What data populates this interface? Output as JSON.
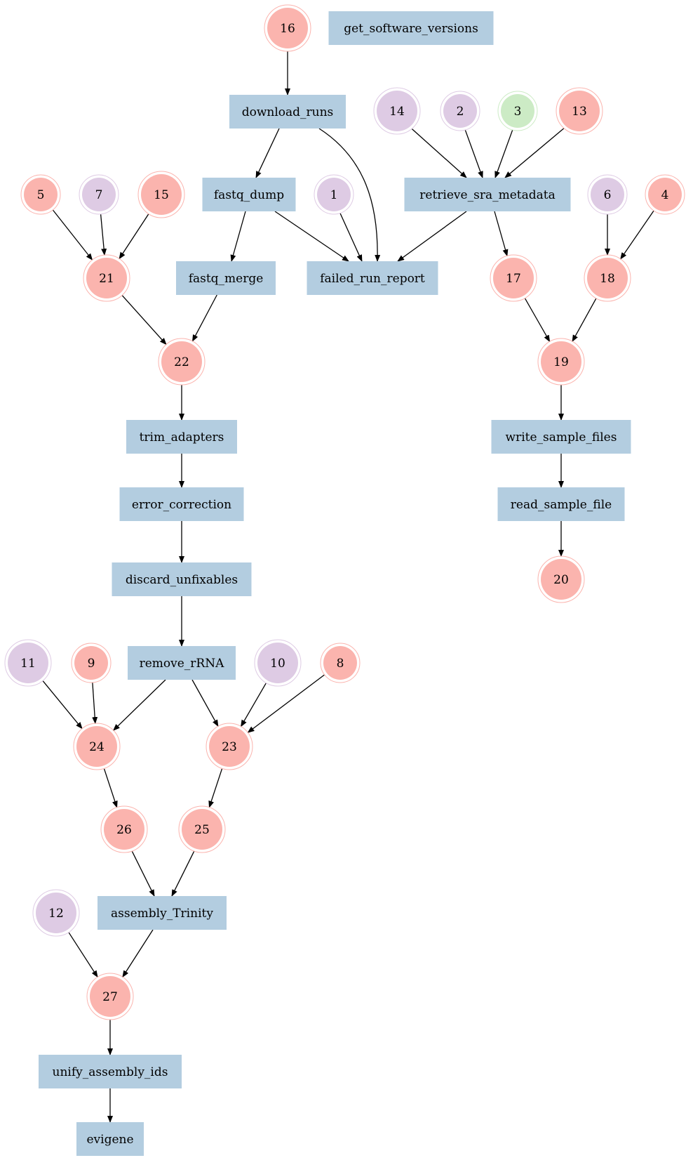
{
  "colors": {
    "process": "#b3cde0",
    "red": "#fbb4ae",
    "purple": "#decbe4",
    "green": "#ccebc5",
    "edge": "#000000"
  },
  "nodes": [
    {
      "id": "n16",
      "label": "16",
      "shape": "circle",
      "color": "red"
    },
    {
      "id": "gsv",
      "label": "get_software_versions",
      "shape": "box",
      "color": "process"
    },
    {
      "id": "dr",
      "label": "download_runs",
      "shape": "box",
      "color": "process"
    },
    {
      "id": "n14",
      "label": "14",
      "shape": "circle",
      "color": "purple"
    },
    {
      "id": "n2",
      "label": "2",
      "shape": "circle",
      "color": "purple"
    },
    {
      "id": "n3",
      "label": "3",
      "shape": "circle",
      "color": "green"
    },
    {
      "id": "n13",
      "label": "13",
      "shape": "circle",
      "color": "red"
    },
    {
      "id": "n5",
      "label": "5",
      "shape": "circle",
      "color": "red"
    },
    {
      "id": "n7",
      "label": "7",
      "shape": "circle",
      "color": "purple"
    },
    {
      "id": "n15",
      "label": "15",
      "shape": "circle",
      "color": "red"
    },
    {
      "id": "fd",
      "label": "fastq_dump",
      "shape": "box",
      "color": "process"
    },
    {
      "id": "n1",
      "label": "1",
      "shape": "circle",
      "color": "purple"
    },
    {
      "id": "rsm",
      "label": "retrieve_sra_metadata",
      "shape": "box",
      "color": "process"
    },
    {
      "id": "n6",
      "label": "6",
      "shape": "circle",
      "color": "purple"
    },
    {
      "id": "n4",
      "label": "4",
      "shape": "circle",
      "color": "red"
    },
    {
      "id": "n21",
      "label": "21",
      "shape": "circle",
      "color": "red"
    },
    {
      "id": "fm",
      "label": "fastq_merge",
      "shape": "box",
      "color": "process"
    },
    {
      "id": "frr",
      "label": "failed_run_report",
      "shape": "box",
      "color": "process"
    },
    {
      "id": "n17",
      "label": "17",
      "shape": "circle",
      "color": "red"
    },
    {
      "id": "n18",
      "label": "18",
      "shape": "circle",
      "color": "red"
    },
    {
      "id": "n22",
      "label": "22",
      "shape": "circle",
      "color": "red"
    },
    {
      "id": "n19",
      "label": "19",
      "shape": "circle",
      "color": "red"
    },
    {
      "id": "ta",
      "label": "trim_adapters",
      "shape": "box",
      "color": "process"
    },
    {
      "id": "wsf",
      "label": "write_sample_files",
      "shape": "box",
      "color": "process"
    },
    {
      "id": "ec",
      "label": "error_correction",
      "shape": "box",
      "color": "process"
    },
    {
      "id": "rsf",
      "label": "read_sample_file",
      "shape": "box",
      "color": "process"
    },
    {
      "id": "du",
      "label": "discard_unfixables",
      "shape": "box",
      "color": "process"
    },
    {
      "id": "n20",
      "label": "20",
      "shape": "circle",
      "color": "red"
    },
    {
      "id": "n11",
      "label": "11",
      "shape": "circle",
      "color": "purple"
    },
    {
      "id": "n9",
      "label": "9",
      "shape": "circle",
      "color": "red"
    },
    {
      "id": "rr",
      "label": "remove_rRNA",
      "shape": "box",
      "color": "process"
    },
    {
      "id": "n10",
      "label": "10",
      "shape": "circle",
      "color": "purple"
    },
    {
      "id": "n8",
      "label": "8",
      "shape": "circle",
      "color": "red"
    },
    {
      "id": "n24",
      "label": "24",
      "shape": "circle",
      "color": "red"
    },
    {
      "id": "n23",
      "label": "23",
      "shape": "circle",
      "color": "red"
    },
    {
      "id": "n26",
      "label": "26",
      "shape": "circle",
      "color": "red"
    },
    {
      "id": "n25",
      "label": "25",
      "shape": "circle",
      "color": "red"
    },
    {
      "id": "n12",
      "label": "12",
      "shape": "circle",
      "color": "purple"
    },
    {
      "id": "at",
      "label": "assembly_Trinity",
      "shape": "box",
      "color": "process"
    },
    {
      "id": "n27",
      "label": "27",
      "shape": "circle",
      "color": "red"
    },
    {
      "id": "uai",
      "label": "unify_assembly_ids",
      "shape": "box",
      "color": "process"
    },
    {
      "id": "evi",
      "label": "evigene",
      "shape": "box",
      "color": "process"
    }
  ],
  "edges": [
    [
      "n16",
      "dr"
    ],
    [
      "dr",
      "fd"
    ],
    [
      "dr",
      "frr"
    ],
    [
      "n14",
      "rsm"
    ],
    [
      "n2",
      "rsm"
    ],
    [
      "n3",
      "rsm"
    ],
    [
      "n13",
      "rsm"
    ],
    [
      "n5",
      "n21"
    ],
    [
      "n7",
      "n21"
    ],
    [
      "n15",
      "n21"
    ],
    [
      "fd",
      "fm"
    ],
    [
      "fd",
      "frr"
    ],
    [
      "n1",
      "frr"
    ],
    [
      "rsm",
      "frr"
    ],
    [
      "rsm",
      "n17"
    ],
    [
      "n6",
      "n18"
    ],
    [
      "n4",
      "n18"
    ],
    [
      "n21",
      "n22"
    ],
    [
      "fm",
      "n22"
    ],
    [
      "n17",
      "n19"
    ],
    [
      "n18",
      "n19"
    ],
    [
      "n22",
      "ta"
    ],
    [
      "ta",
      "ec"
    ],
    [
      "ec",
      "du"
    ],
    [
      "du",
      "rr"
    ],
    [
      "n19",
      "wsf"
    ],
    [
      "wsf",
      "rsf"
    ],
    [
      "rsf",
      "n20"
    ],
    [
      "n11",
      "n24"
    ],
    [
      "n9",
      "n24"
    ],
    [
      "rr",
      "n24"
    ],
    [
      "rr",
      "n23"
    ],
    [
      "n10",
      "n23"
    ],
    [
      "n8",
      "n23"
    ],
    [
      "n24",
      "n26"
    ],
    [
      "n23",
      "n25"
    ],
    [
      "n26",
      "at"
    ],
    [
      "n25",
      "at"
    ],
    [
      "n12",
      "n27"
    ],
    [
      "at",
      "n27"
    ],
    [
      "n27",
      "uai"
    ],
    [
      "uai",
      "evi"
    ]
  ]
}
